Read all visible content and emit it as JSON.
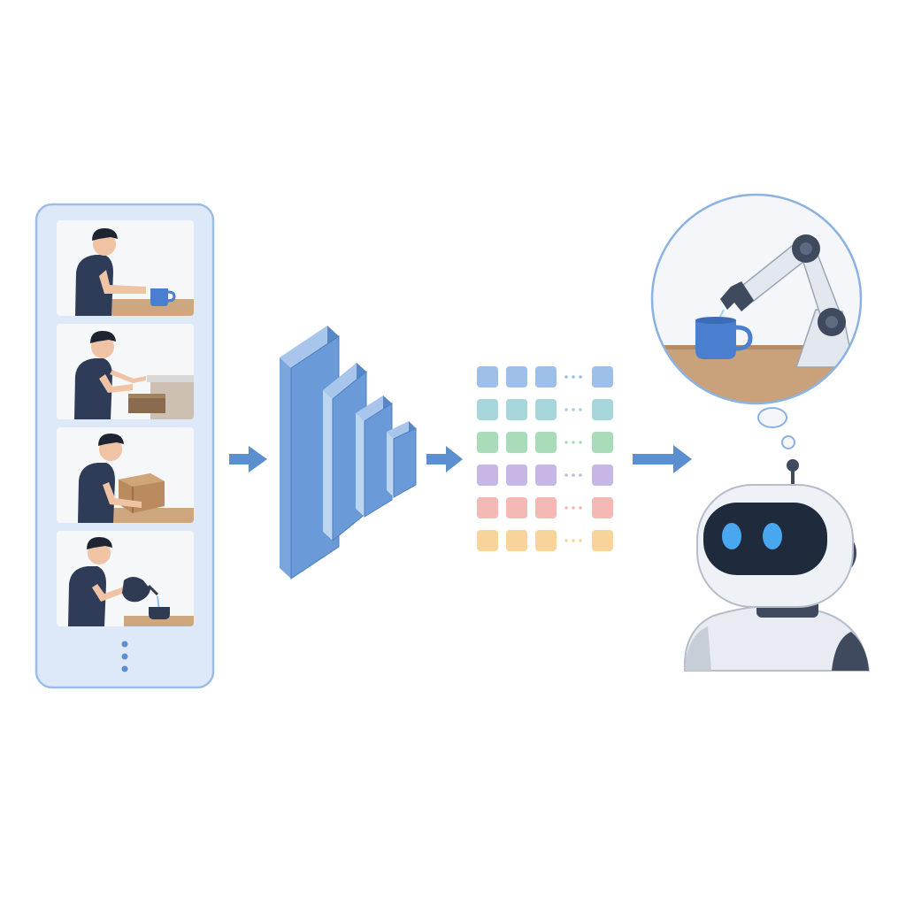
{
  "diagram": {
    "stages": [
      "human-demonstration-videos",
      "video-encoder",
      "token-embeddings",
      "robot-policy"
    ],
    "video_frames": [
      {
        "action": "reach-for-mug"
      },
      {
        "action": "open-drawer"
      },
      {
        "action": "lift-box"
      },
      {
        "action": "pour-water"
      }
    ],
    "token_grid": {
      "rows": 6,
      "row_colors": [
        "#9ec0e8",
        "#a6d6d9",
        "#a9dcb8",
        "#c6b7e6",
        "#f4b9b5",
        "#f8d49a"
      ]
    },
    "colors": {
      "accent": "#5b8fd0",
      "panel_fill": "#dde9f8",
      "panel_stroke": "#9bbde6",
      "encoder_face": "#7aa6dd",
      "encoder_side": "#5687c6",
      "mug": "#4a7fcf",
      "table": "#cfa77f",
      "shirt": "#2e3c58",
      "skin": "#efc3a4",
      "robot_body": "#e8ecf2",
      "robot_visor": "#1f2a3d",
      "robot_eye": "#49a7f0"
    }
  }
}
